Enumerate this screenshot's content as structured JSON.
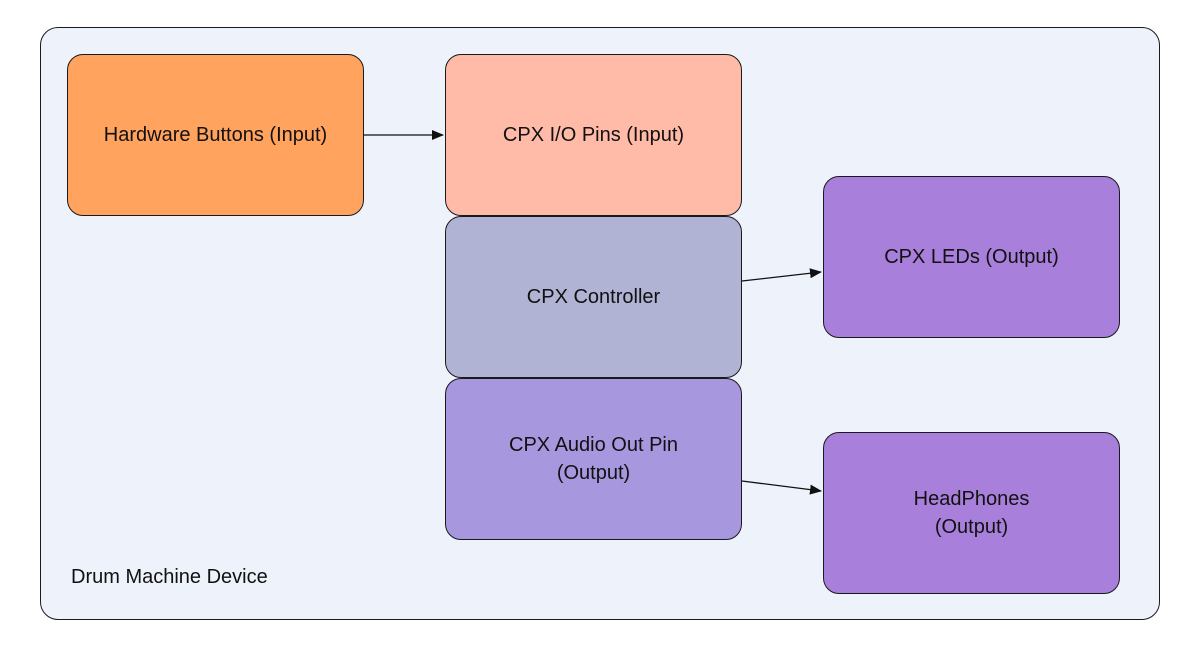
{
  "diagram": {
    "container": {
      "label": "Drum Machine Device",
      "fill": "#eef3fb"
    },
    "nodes": {
      "hardware_buttons": {
        "lines": [
          "Hardware Buttons (Input)"
        ],
        "fill": "#ffa35e"
      },
      "cpx_io_pins": {
        "lines": [
          "CPX I/O Pins (Input)"
        ],
        "fill": "#ffbaa8"
      },
      "cpx_controller": {
        "lines": [
          "CPX Controller"
        ],
        "fill": "#b0b3d3"
      },
      "cpx_audio_out": {
        "lines": [
          "CPX Audio Out Pin",
          "(Output)"
        ],
        "fill": "#a797de"
      },
      "cpx_leds": {
        "lines": [
          "CPX LEDs (Output)"
        ],
        "fill": "#a87fda"
      },
      "headphones": {
        "lines": [
          "HeadPhones",
          "(Output)"
        ],
        "fill": "#a87fda"
      }
    },
    "edges": [
      {
        "from": "hardware_buttons",
        "to": "cpx_io_pins"
      },
      {
        "from": "cpx_controller",
        "to": "cpx_leds"
      },
      {
        "from": "cpx_audio_out",
        "to": "headphones"
      }
    ]
  }
}
